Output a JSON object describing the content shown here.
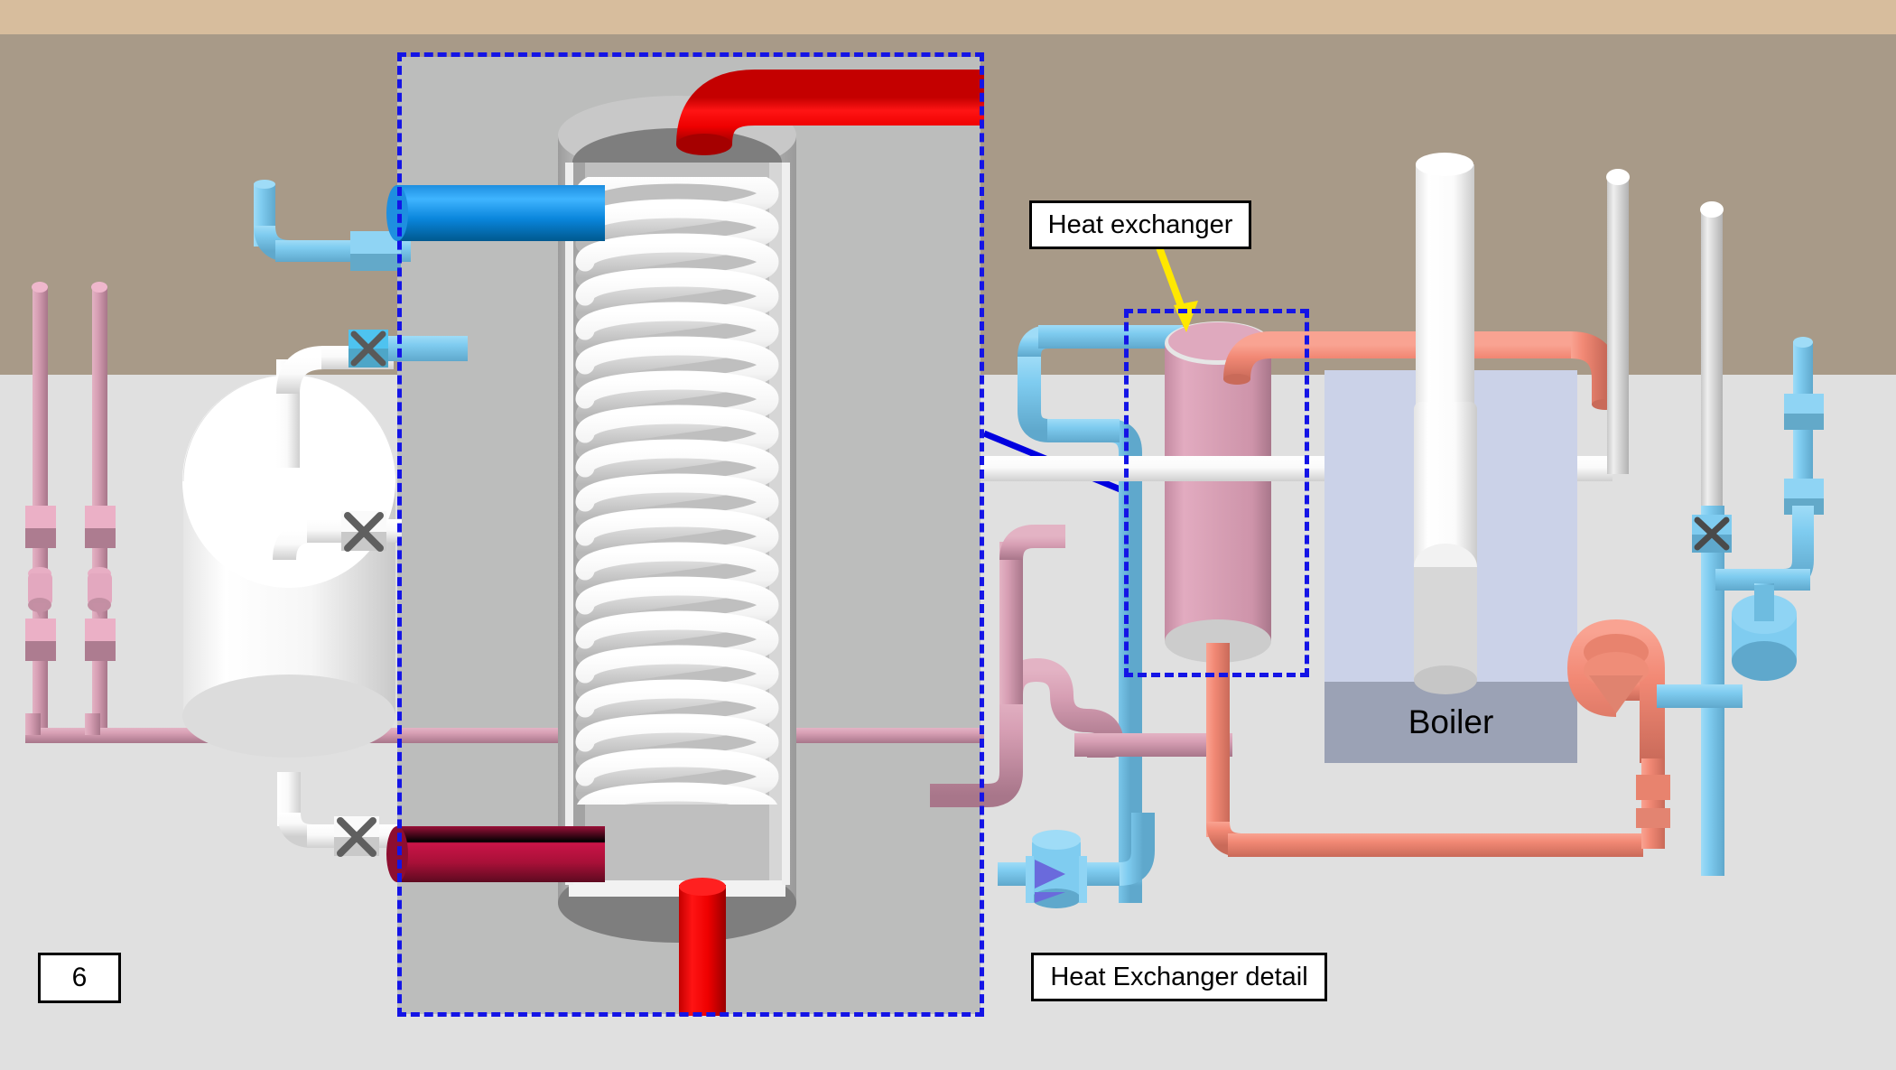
{
  "diagram": {
    "title": "Heat Exchanger detail",
    "page_number": "6",
    "background": {
      "top_strip_color": "#D7BD9D",
      "wall_color": "#A89A88",
      "floor_color": "#E0E0E0",
      "detail_panel_color": "#BCBDBC"
    }
  },
  "labels": {
    "heat_exchanger": "Heat exchanger",
    "heat_exchanger_detail": "Heat Exchanger detail",
    "boiler": "Boiler",
    "page_number": "6"
  },
  "callouts": {
    "main_box": {
      "name": "heat-exchanger-detail-box",
      "style": "dashed",
      "color": "#1414E6"
    },
    "hx_box": {
      "name": "heat-exchanger-box",
      "style": "dashed",
      "color": "#1414E6"
    },
    "pointer_arrow_color": "#FFE800",
    "connector_line_color": "#0000E0"
  },
  "components": {
    "storage_tank": {
      "name": "hot-water-storage-tank",
      "body_color": "#B9B9B9",
      "shell_color": "#7E7E7E",
      "coil": {
        "name": "helical-heat-exchanger-coil",
        "color": "#F2F2F2",
        "turns": 20
      }
    },
    "heat_exchanger_vessel": {
      "name": "heat-exchanger-vessel",
      "body_color": "#D79FB4",
      "cap_color": "#C9C9C9"
    },
    "boiler": {
      "name": "boiler-unit",
      "casing_color": "#CBD2E8",
      "base_color": "#9BA2B5",
      "flue_color": "#FAFAFA"
    },
    "expansion_vessel": {
      "name": "expansion-vessel",
      "color": "#F4F4F4"
    },
    "pump": {
      "name": "circulation-pump",
      "body_color": "#7FCCF0",
      "indicator_color": "#6A6ADC"
    },
    "blue_pump_round": {
      "name": "secondary-circulation-pump",
      "color": "#7FCCF0"
    }
  },
  "pipes": {
    "cold_feed": {
      "name": "cold-water-feed-pipe",
      "color": "#0099F0",
      "label_color": "#0099F0"
    },
    "hot_outlet": {
      "name": "hot-water-outlet-pipe",
      "color": "#EE0000"
    },
    "return_pipe": {
      "name": "return-pipe",
      "color": "#B01040"
    },
    "light_blue": {
      "name": "cold-circuit-pipe",
      "color": "#7FCCF0"
    },
    "salmon": {
      "name": "boiler-flow-pipe",
      "color": "#F28975"
    },
    "mauve": {
      "name": "heating-return-pipe",
      "color": "#D79FB4"
    },
    "white": {
      "name": "service-pipe",
      "color": "#F7F7F7"
    }
  },
  "valves": [
    {
      "name": "isolation-valve-cold-top",
      "symbol": "X",
      "color": "#4EC3F0"
    },
    {
      "name": "isolation-valve-tank-mid",
      "symbol": "X",
      "color": "#F2F2F2"
    },
    {
      "name": "isolation-valve-tank-bottom",
      "symbol": "X",
      "color": "#F2F2F2"
    },
    {
      "name": "isolation-valve-right-riser",
      "symbol": "X",
      "color": "#7FCCF0"
    }
  ]
}
